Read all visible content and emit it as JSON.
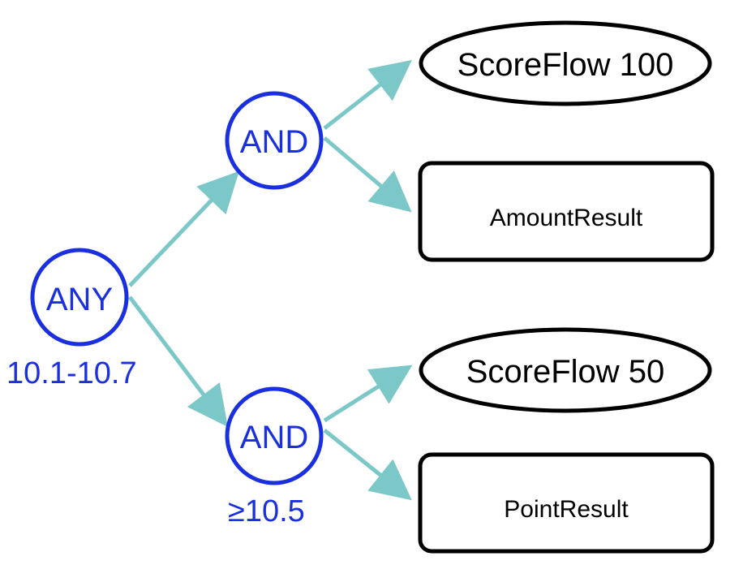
{
  "colors": {
    "logic_node": "#1a2fe0",
    "result_node": "#000000",
    "arrow": "#7cc8c8"
  },
  "nodes": {
    "root": {
      "label": "ANY",
      "caption": "10.1-10.7"
    },
    "and_top": {
      "label": "AND"
    },
    "and_bottom": {
      "label": "AND",
      "caption": "≥10.5"
    },
    "score_100": {
      "label": "ScoreFlow 100"
    },
    "amount_result": {
      "label": "AmountResult"
    },
    "score_50": {
      "label": "ScoreFlow 50"
    },
    "point_result": {
      "label": "PointResult"
    }
  },
  "edges": [
    {
      "from": "root",
      "to": "and_top"
    },
    {
      "from": "root",
      "to": "and_bottom"
    },
    {
      "from": "and_top",
      "to": "score_100"
    },
    {
      "from": "and_top",
      "to": "amount_result"
    },
    {
      "from": "and_bottom",
      "to": "score_50"
    },
    {
      "from": "and_bottom",
      "to": "point_result"
    }
  ]
}
